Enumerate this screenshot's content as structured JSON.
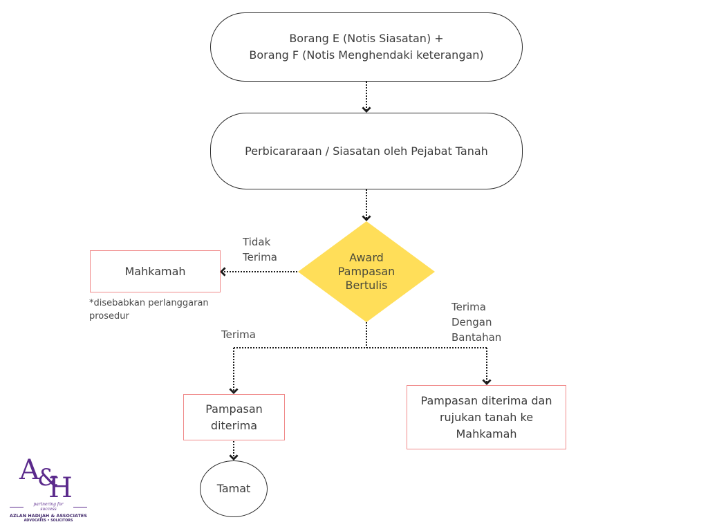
{
  "colors": {
    "decision_fill": "#ffde59",
    "outcome_border": "#f08a8a",
    "process_border": "#2b2b2b",
    "connector": "#1a1a1a",
    "logo_purple": "#5b2a8c",
    "logo_navy": "#3b2266"
  },
  "nodes": {
    "notice": {
      "line1": "Borang E (Notis Siasatan) +",
      "line2": "Borang F (Notis Menghendaki keterangan)"
    },
    "inquiry": {
      "text": "Perbicararaan / Siasatan oleh Pejabat Tanah"
    },
    "decision": {
      "line1": "Award",
      "line2": "Pampasan",
      "line3": "Bertulis"
    },
    "court": {
      "text": "Mahkamah",
      "note_line1": "*disebabkan perlanggaran",
      "note_line2": "prosedur"
    },
    "accepted": {
      "line1": "Pampasan",
      "line2": "diterima"
    },
    "accepted_with_objection": {
      "line1": "Pampasan diterima dan",
      "line2": "rujukan tanah ke",
      "line3": "Mahkamah"
    },
    "end": {
      "text": "Tamat"
    }
  },
  "edge_labels": {
    "reject": {
      "line1": "Tidak",
      "line2": "Terima"
    },
    "accept": {
      "text": "Terima"
    },
    "accept_objection": {
      "line1": "Terima",
      "line2": "Dengan",
      "line3": "Bantahan"
    }
  },
  "logo": {
    "mark_a": "A",
    "mark_amp": "&",
    "mark_h": "H",
    "tagline": "partnering for success",
    "firm": "AZLAN HADIJAH & ASSOCIATES",
    "subtitle": "ADVOCATES • SOLICITORS"
  }
}
